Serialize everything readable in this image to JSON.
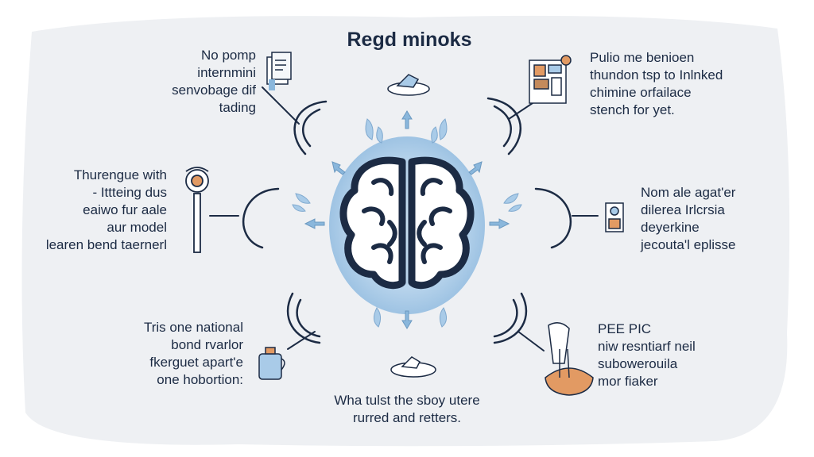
{
  "title": "Regd minoks",
  "colors": {
    "background": "#ffffff",
    "wash": "#eef0f3",
    "ink": "#1c2b44",
    "glow": "#a9cbe8",
    "accent_blue": "#8ab7dc",
    "accent_orange": "#e29a63"
  },
  "center": {
    "icon": "brain-icon"
  },
  "captions": {
    "top_left": [
      "No pomp",
      "internmini",
      "senvobage dif",
      "tading"
    ],
    "top_right": [
      "Pulio me benioen",
      "thundon tsp to Inlnked",
      "chimine orfailace",
      "stench for yet."
    ],
    "middle_left": [
      "Thurengue with",
      "- Ittteing dus",
      "eaiwo fur aale",
      "aur model",
      "learen bend taernerl"
    ],
    "middle_right": [
      "Nom ale agat'er",
      "dilerea Irlcrsia",
      "deyerkine",
      "jecouta'l eplisse"
    ],
    "bottom_left": [
      "Tris one national",
      "bond rvarlor",
      "fkerguet apart'e",
      "one hobortion:"
    ],
    "bottom_right": [
      "PEE PIC",
      "niw resntiarf neil",
      "subowerouila",
      "mor fiaker"
    ],
    "bottom_center": [
      "Wha tulst the sboy utere",
      "rurred and retters."
    ]
  },
  "icons": [
    "document-stack-icon",
    "dish-icon",
    "photo-board-icon",
    "magnifier-icon",
    "picture-frame-icon",
    "jar-icon",
    "dish-icon",
    "lab-flask-icon"
  ]
}
